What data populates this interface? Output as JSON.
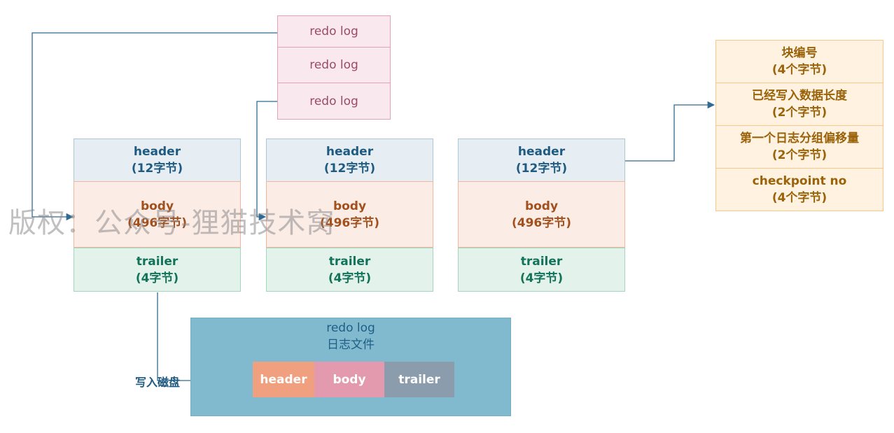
{
  "redo_logs": [
    "redo log",
    "redo log",
    "redo log"
  ],
  "blocks": [
    {
      "header": [
        "header",
        "(12字节)"
      ],
      "body": [
        "body",
        "(496字节)"
      ],
      "trailer": [
        "trailer",
        "(4字节)"
      ]
    },
    {
      "header": [
        "header",
        "(12字节)"
      ],
      "body": [
        "body",
        "(496字节)"
      ],
      "trailer": [
        "trailer",
        "(4字节)"
      ]
    },
    {
      "header": [
        "header",
        "(12字节)"
      ],
      "body": [
        "body",
        "(496字节)"
      ],
      "trailer": [
        "trailer",
        "(4字节)"
      ]
    }
  ],
  "header_fields": [
    [
      "块编号",
      "(4个字节)"
    ],
    [
      "已经写入数据长度",
      "(2个字节)"
    ],
    [
      "第一个日志分组偏移量",
      "(2个字节)"
    ],
    [
      "checkpoint no",
      "(4个字节)"
    ]
  ],
  "file": {
    "title": "redo log",
    "subtitle": "日志文件",
    "segments": [
      "header",
      "body",
      "trailer"
    ]
  },
  "write_label": "写入磁盘",
  "watermark": "版权：公众号-狸猫技术窝",
  "colors": {
    "redo_fill": "#f9e8ee",
    "header_fill": "#e6eef3",
    "body_fill": "#fbece6",
    "trailer_fill": "#e4f2ec",
    "meta_fill": "#fff2e0",
    "file_fill": "#81b9cf",
    "seg_header": "#f0a07e",
    "seg_body": "#e39aae",
    "seg_trailer": "#8b9cad",
    "connector": "#2f6a92"
  }
}
